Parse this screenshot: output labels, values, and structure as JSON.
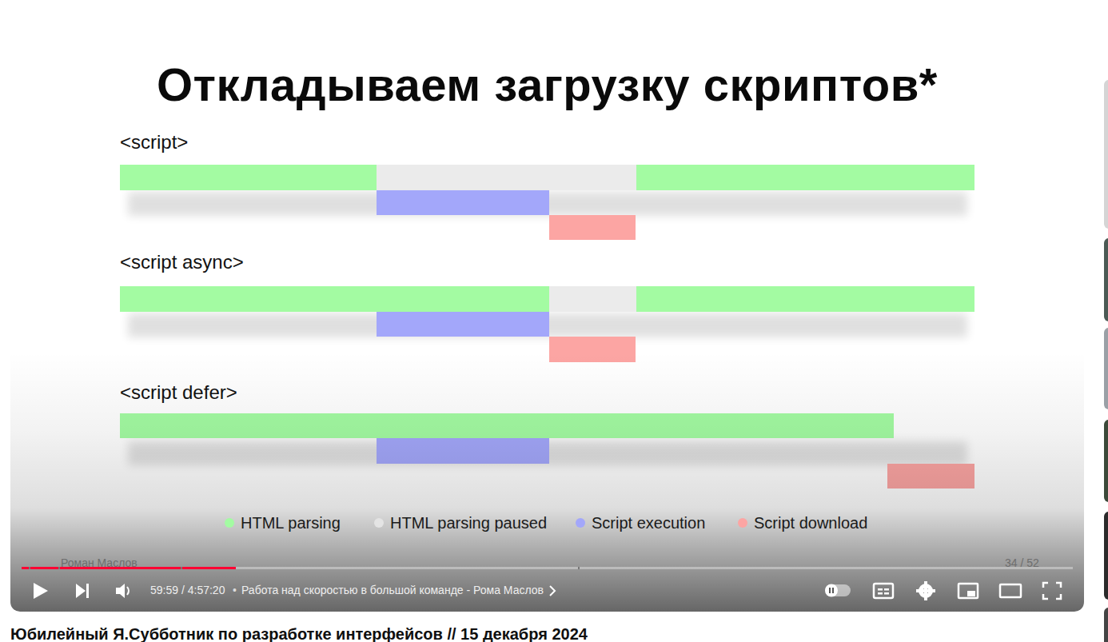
{
  "diagram": {
    "title": "Откладываем загрузку скриптов*",
    "labels": [
      "<script>",
      "<script async>",
      "<script defer>",
      "Роман Маслов",
      "34 / 52",
      "59:59 / 4:57:20",
      "•",
      "Работа над скоростью в большой команде - Рома Маслов",
      "Юбилейный Я.Субботник по разработке интерфейсов // 15 декабря 2024"
    ],
    "legend": [
      {
        "text": "HTML parsing",
        "color": "#a3fba2"
      },
      {
        "text": "HTML parsing paused",
        "color": "#e4e4e4"
      },
      {
        "text": "Script execution",
        "color": "#a3a7fa"
      },
      {
        "text": "Script download",
        "color": "#fca5a3"
      }
    ]
  }
}
